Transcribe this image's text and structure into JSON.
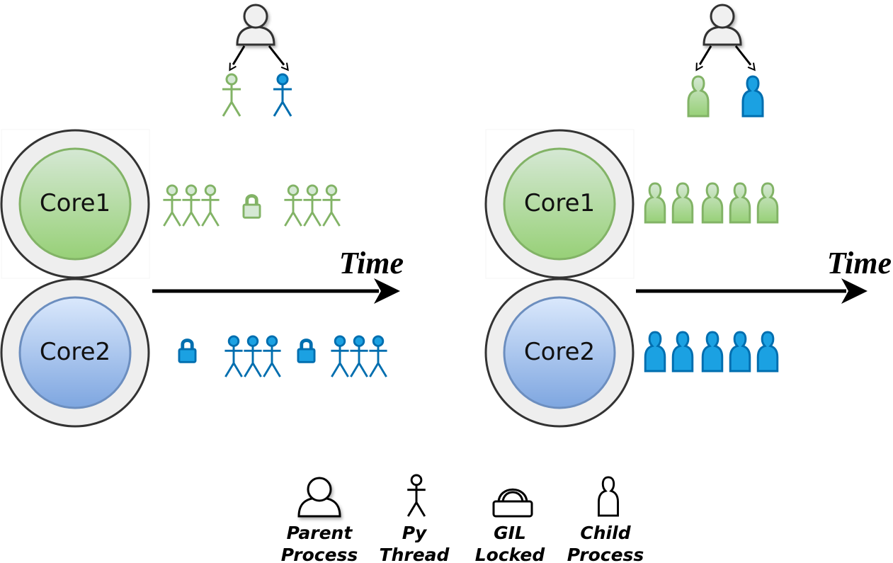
{
  "colors": {
    "green_stroke": "#82b366",
    "green_fill_top": "#d5e8d4",
    "green_fill_bottom": "#97d077",
    "blue_stroke": "#006eaf",
    "blue_fill": "#1ba1e2",
    "core2_stroke": "#6c8ebf",
    "core2_fill_top": "#dae8fc",
    "core2_fill_bottom": "#7ea6e0",
    "ring_fill": "#eeeeee",
    "ring_stroke": "#333333",
    "user_fill": "#f0f0f0",
    "user_stroke": "#333333"
  },
  "left_panel": {
    "core1_label": "Core1",
    "core2_label": "Core2",
    "time_label": "Time"
  },
  "right_panel": {
    "core1_label": "Core1",
    "core2_label": "Core2",
    "time_label": "Time"
  },
  "legend": {
    "parent_process": [
      "Parent",
      "Process"
    ],
    "py_thread": [
      "Py",
      "Thread"
    ],
    "gil_locked": [
      "GIL",
      "Locked"
    ],
    "child_process": [
      "Child",
      "Process"
    ]
  },
  "icons": {
    "parent": "user-icon",
    "thread": "stick-figure-icon",
    "lock": "padlock-icon",
    "child": "person-silhouette-icon"
  }
}
